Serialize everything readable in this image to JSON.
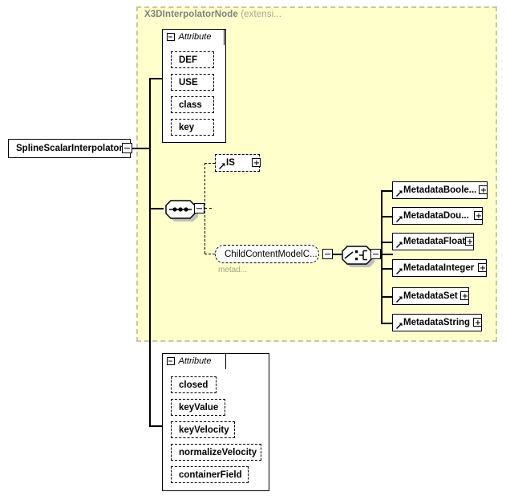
{
  "diagram": {
    "title": "XML Schema diagram for SplineScalarInterpolator",
    "colors": {
      "extension_background": "#ffffcc",
      "extension_border": "#c8c8a0",
      "title_text": "#808080",
      "shadow": "#c0c0c0",
      "line": "#000000"
    }
  },
  "root_element": {
    "name": "SplineScalarInterpolator",
    "toggle": "minus"
  },
  "extension": {
    "title": "X3DInterpolatorNode",
    "subtitle": "(extensi...",
    "attribute_group": {
      "label": "Attribute",
      "toggle": "minus",
      "items": [
        {
          "label": "DEF"
        },
        {
          "label": "USE"
        },
        {
          "label": "class"
        },
        {
          "label": "key"
        }
      ]
    },
    "sequence": {
      "icon": "sequence-icon",
      "toggle": "minus"
    },
    "is_element": {
      "label": "IS",
      "expand": "plus"
    },
    "child_content_model": {
      "label": "ChildContentModelC...",
      "sublabel": "metad...",
      "toggle": "minus"
    },
    "choice": {
      "icon": "choice-icon",
      "toggle": "minus"
    },
    "metadata_nodes": [
      {
        "label": "MetadataBoole...",
        "expand": "plus"
      },
      {
        "label": "MetadataDou...",
        "expand": "plus"
      },
      {
        "label": "MetadataFloat",
        "expand": "plus"
      },
      {
        "label": "MetadataInteger",
        "expand": "plus"
      },
      {
        "label": "MetadataSet",
        "expand": "plus"
      },
      {
        "label": "MetadataString",
        "expand": "plus"
      }
    ]
  },
  "own_attributes": {
    "label": "Attribute",
    "toggle": "minus",
    "items": [
      {
        "label": "closed"
      },
      {
        "label": "keyValue"
      },
      {
        "label": "keyVelocity"
      },
      {
        "label": "normalizeVelocity"
      },
      {
        "label": "containerField"
      }
    ]
  }
}
